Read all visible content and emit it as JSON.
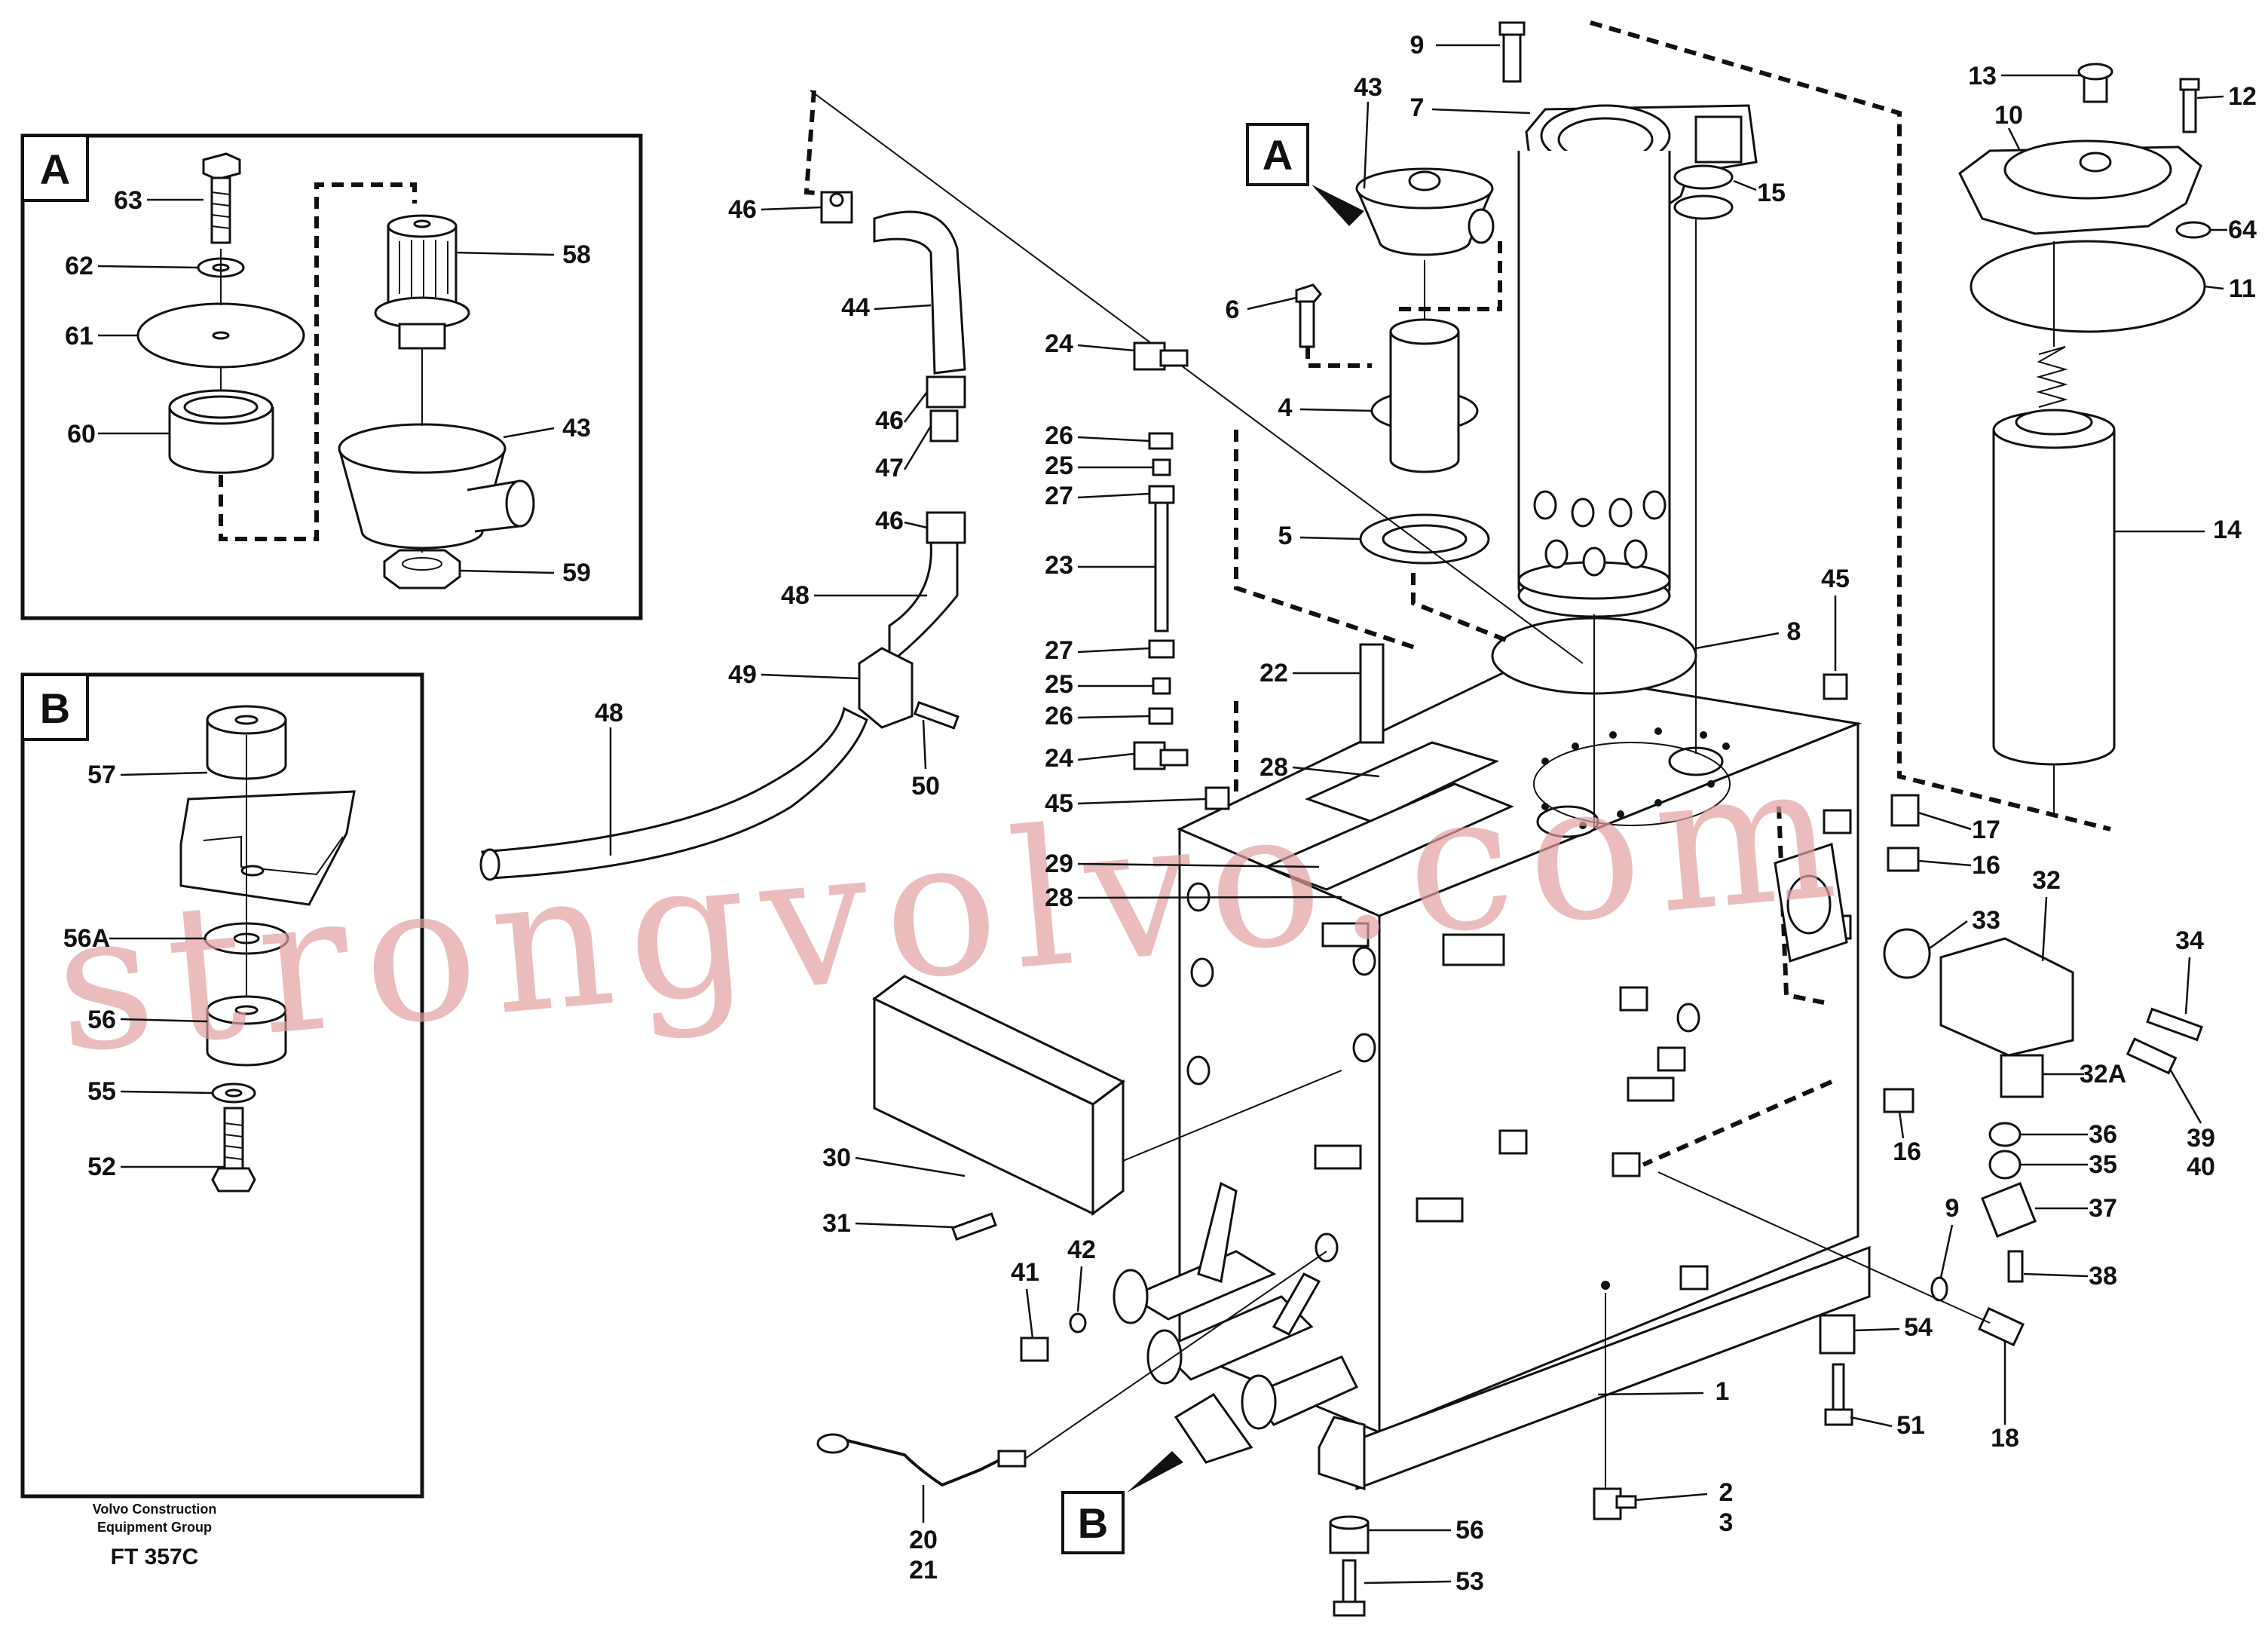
{
  "insets": {
    "a": {
      "tag": "A"
    },
    "b": {
      "tag": "B"
    }
  },
  "pointers": {
    "a": {
      "tag": "A"
    },
    "b": {
      "tag": "B"
    }
  },
  "callouts": {
    "c9a": "9",
    "c7": "7",
    "c43": "43",
    "c15": "15",
    "c13": "13",
    "c10": "10",
    "c12": "12",
    "c64": "64",
    "c11": "11",
    "c14": "14",
    "c46a": "46",
    "c44": "44",
    "c6": "6",
    "c4": "4",
    "c5": "5",
    "c24a": "24",
    "c26a": "26",
    "c25a": "25",
    "c27a": "27",
    "c23": "23",
    "c46b": "46",
    "c47": "47",
    "c46c": "46",
    "c48a": "48",
    "c49": "49",
    "c48b": "48",
    "c50": "50",
    "c27b": "27",
    "c25b": "25",
    "c26b": "26",
    "c24b": "24",
    "c45a": "45",
    "c22": "22",
    "c28a": "28",
    "c8": "8",
    "c45b": "45",
    "c29": "29",
    "c28b": "28",
    "c17": "17",
    "c16a": "16",
    "c32": "32",
    "c33": "33",
    "c34": "34",
    "c32a": "32A",
    "c39": "39",
    "c40": "40",
    "c16b": "16",
    "c36": "36",
    "c35": "35",
    "c37": "37",
    "c9b": "9",
    "c38": "38",
    "c30": "30",
    "c31": "31",
    "c41": "41",
    "c42": "42",
    "c54": "54",
    "c18": "18",
    "c51": "51",
    "c1": "1",
    "c2": "2",
    "c3": "3",
    "c56b": "56",
    "c53": "53",
    "c20": "20",
    "c21": "21",
    "c63": "63",
    "c62": "62",
    "c61": "61",
    "c60": "60",
    "c58": "58",
    "c43b": "43",
    "c59": "59",
    "c57": "57",
    "c56a": "56A",
    "c56": "56",
    "c55": "55",
    "c52": "52"
  },
  "footer": {
    "line1": "Volvo Construction",
    "line2": "Equipment Group",
    "drawing": "FT 357C"
  },
  "watermark": "strongvolvo.com"
}
